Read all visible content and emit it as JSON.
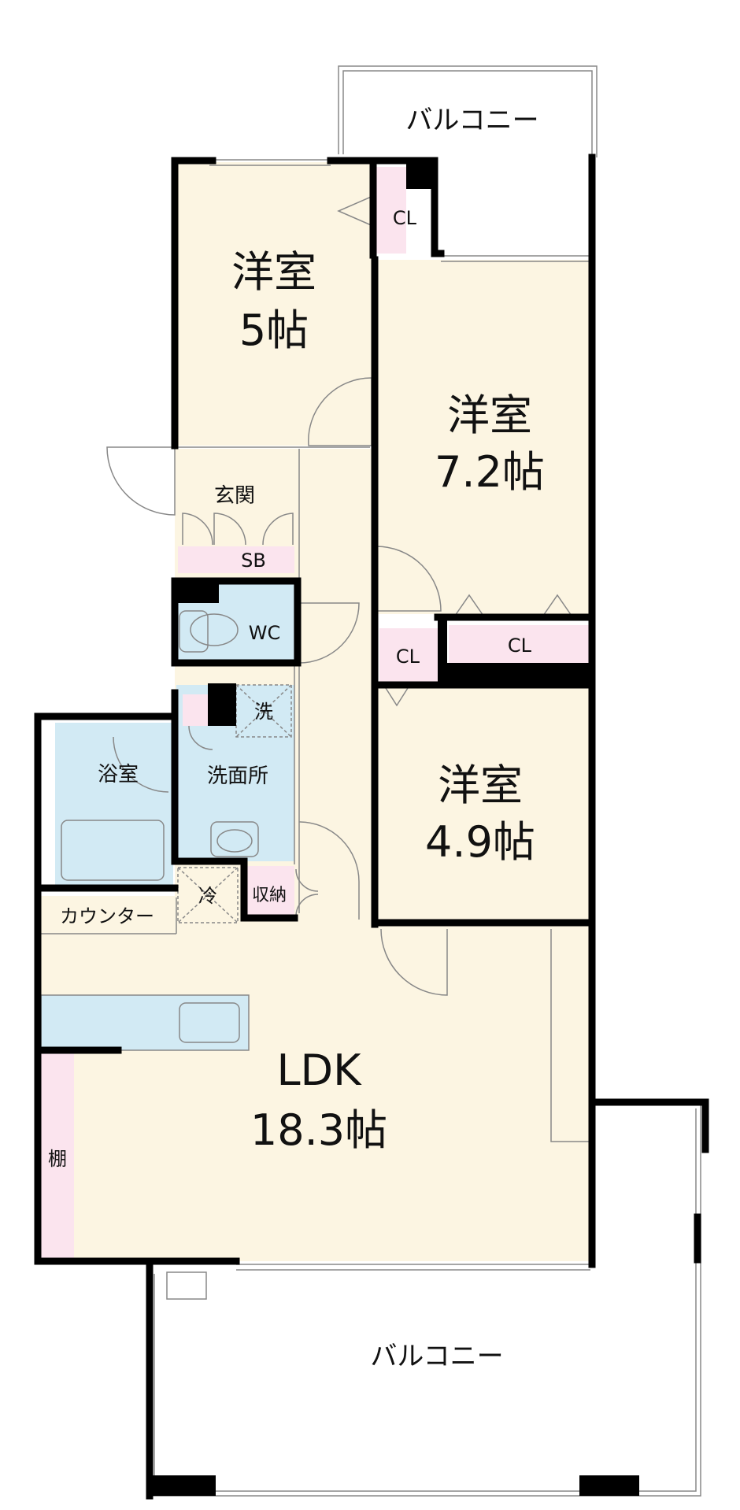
{
  "colors": {
    "floor": "#fcf5e2",
    "wet": "#d2eaf4",
    "storage": "#fbe4ee",
    "wall": "#000000",
    "thin": "#888888"
  },
  "rooms": {
    "west1": {
      "name": "洋室",
      "size": "5帖"
    },
    "west2": {
      "name": "洋室",
      "size": "7.2帖"
    },
    "west3": {
      "name": "洋室",
      "size": "4.9帖"
    },
    "ldk": {
      "name": "LDK",
      "size": "18.3帖"
    }
  },
  "labels": {
    "balcony_top": "バルコニー",
    "balcony_bottom": "バルコニー",
    "cl_top": "CL",
    "cl_mid_left": "CL",
    "cl_mid_right": "CL",
    "entrance": "玄関",
    "shoe_box": "SB",
    "wc": "WC",
    "bath": "浴室",
    "washroom": "洗面所",
    "washer": "洗",
    "fridge": "冷",
    "storage": "収納",
    "counter": "カウンター",
    "shelf": "棚"
  }
}
